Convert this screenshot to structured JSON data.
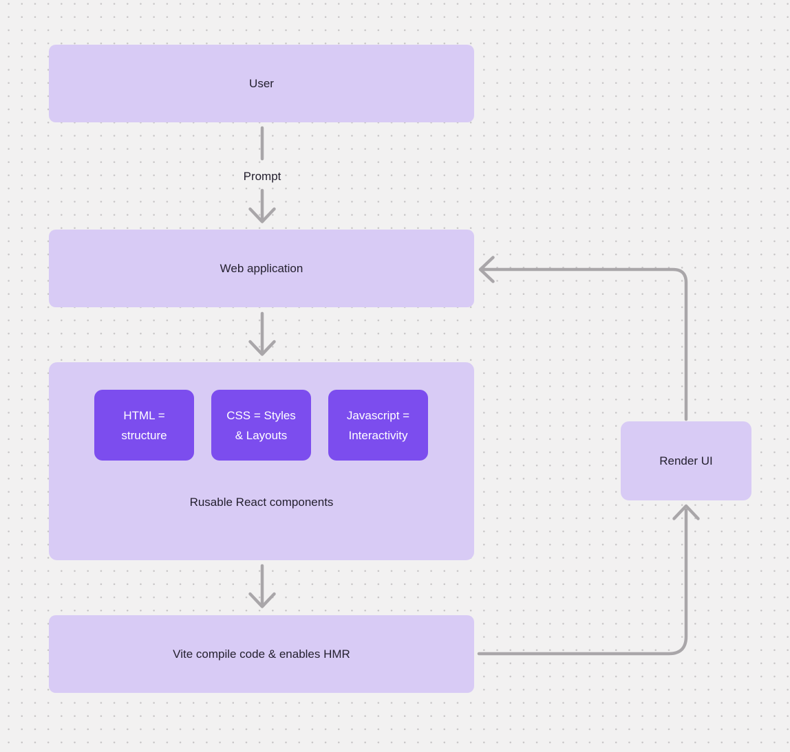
{
  "diagram": {
    "description": "Flow diagram of a React + Vite web application development loop on a dotted canvas",
    "colors": {
      "canvas_background": "#f2f1f1",
      "dot_grid": "#c7c5c6",
      "node_light_fill": "#d8cbf5",
      "node_dark_fill": "#7c4dee",
      "text_dark": "#24202f",
      "text_light": "#ffffff",
      "connector": "#a9a6a9"
    },
    "nodes": {
      "user": {
        "label": "User"
      },
      "web_application": {
        "label": "Web application"
      },
      "components_group": {
        "caption": "Rusable React components",
        "children": [
          {
            "lines": [
              "HTML =",
              "structure"
            ]
          },
          {
            "lines": [
              "CSS = Styles",
              "& Layouts"
            ]
          },
          {
            "lines": [
              "Javascript =",
              "Interactivity"
            ]
          }
        ]
      },
      "vite": {
        "label": "Vite compile code & enables HMR"
      },
      "render_ui": {
        "label": "Render UI"
      }
    },
    "edges": [
      {
        "from": "user",
        "to": "web_application",
        "label": "Prompt",
        "style": "straight-down-arrow"
      },
      {
        "from": "web_application",
        "to": "components_group",
        "label": "",
        "style": "straight-down-arrow"
      },
      {
        "from": "components_group",
        "to": "vite",
        "label": "",
        "style": "straight-down-arrow"
      },
      {
        "from": "vite",
        "to": "render_ui",
        "label": "",
        "style": "elbow-right-then-up-arrow"
      },
      {
        "from": "render_ui",
        "to": "web_application",
        "label": "",
        "style": "elbow-up-then-left-arrow"
      }
    ]
  }
}
